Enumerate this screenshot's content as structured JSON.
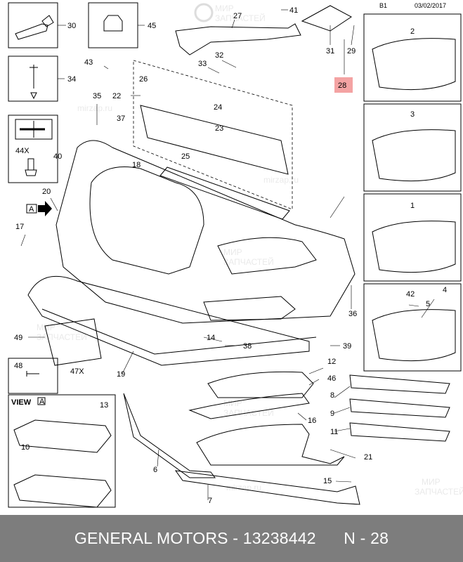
{
  "header": {
    "section": "B1",
    "date": "03/02/2017"
  },
  "view_label": {
    "text": "VIEW",
    "arrow_letter": "A"
  },
  "arrow_marker": "A",
  "callouts": [
    "30",
    "45",
    "34",
    "35",
    "22",
    "43",
    "26",
    "33",
    "32",
    "27",
    "41",
    "31",
    "29",
    "28",
    "2",
    "3",
    "1",
    "42",
    "4",
    "5",
    "24",
    "37",
    "23",
    "25",
    "18",
    "44X",
    "40",
    "20",
    "17",
    "36",
    "49",
    "14",
    "38",
    "39",
    "48",
    "47X",
    "19",
    "12",
    "46",
    "8",
    "9",
    "11",
    "13",
    "10",
    "16",
    "21",
    "6",
    "15",
    "7"
  ],
  "highlight_callout": "28",
  "colors": {
    "highlight": "#f4a3a3",
    "footer_bg": "#7d7d7d",
    "footer_text": "#ffffff",
    "watermark": "#d8d8d8"
  },
  "watermark": {
    "site": "mirzap.ru",
    "line1": "МИР",
    "line2": "ЗАПЧАСТЕЙ"
  },
  "icons": {
    "book": "book-wrench-icon",
    "arrow": "arrow-right-icon"
  },
  "footer": {
    "brand": "GENERAL MOTORS",
    "sep1": " - ",
    "part_number": "13238442",
    "gap": "      ",
    "code": "N - 28"
  }
}
